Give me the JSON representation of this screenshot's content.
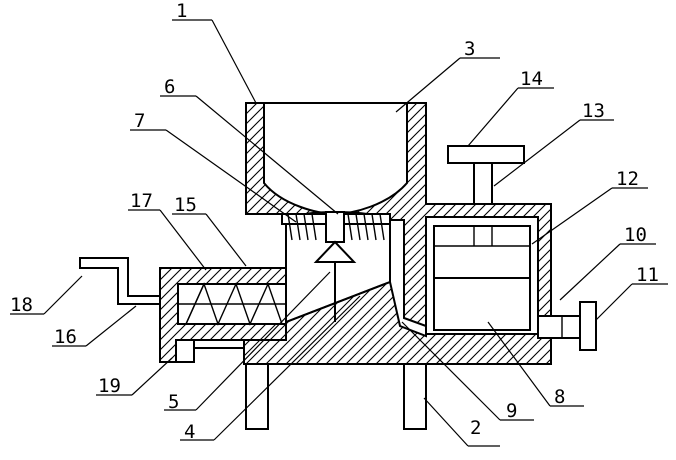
{
  "callouts": [
    {
      "id": "1",
      "text": "1"
    },
    {
      "id": "2",
      "text": "2"
    },
    {
      "id": "3",
      "text": "3"
    },
    {
      "id": "4",
      "text": "4"
    },
    {
      "id": "5",
      "text": "5"
    },
    {
      "id": "6",
      "text": "6"
    },
    {
      "id": "7",
      "text": "7"
    },
    {
      "id": "8",
      "text": "8"
    },
    {
      "id": "9",
      "text": "9"
    },
    {
      "id": "10",
      "text": "10"
    },
    {
      "id": "11",
      "text": "11"
    },
    {
      "id": "12",
      "text": "12"
    },
    {
      "id": "13",
      "text": "13"
    },
    {
      "id": "14",
      "text": "14"
    },
    {
      "id": "15",
      "text": "15"
    },
    {
      "id": "16",
      "text": "16"
    },
    {
      "id": "17",
      "text": "17"
    },
    {
      "id": "18",
      "text": "18"
    },
    {
      "id": "19",
      "text": "19"
    }
  ]
}
